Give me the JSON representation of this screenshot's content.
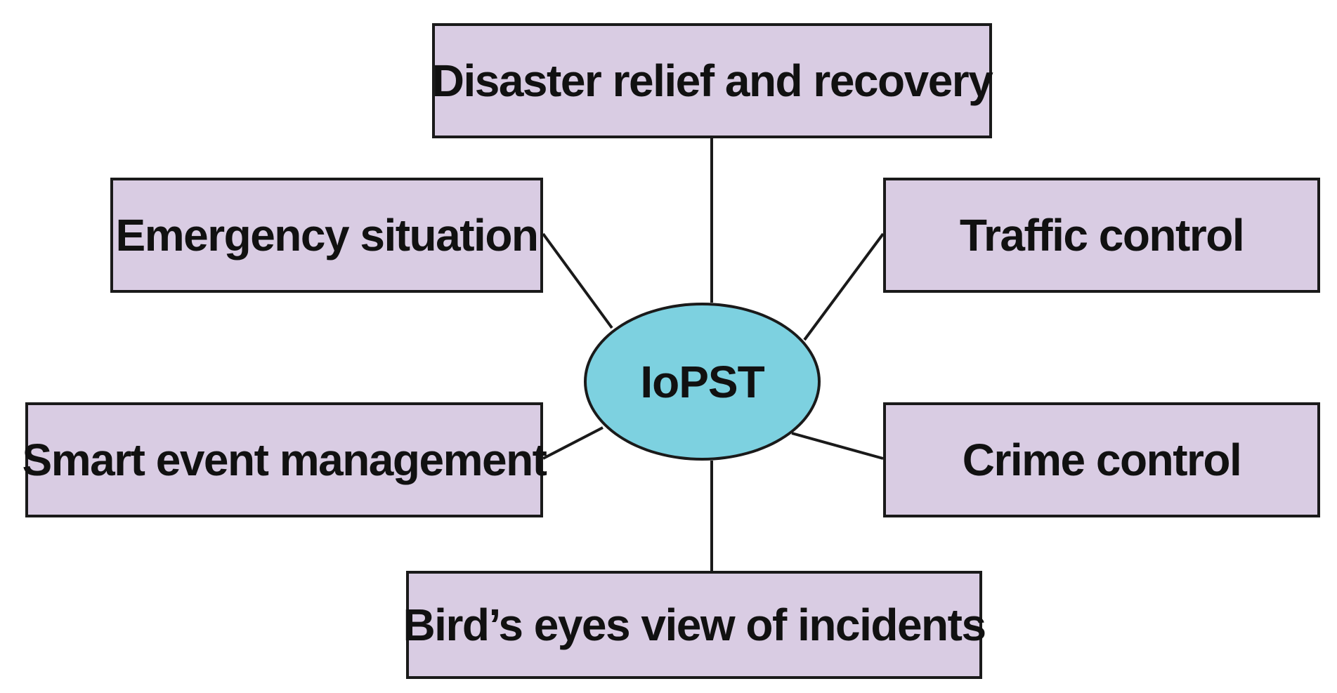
{
  "diagram": {
    "hub_label": "IoPST",
    "nodes": [
      {
        "id": "disaster",
        "label": "Disaster relief and recovery"
      },
      {
        "id": "emergency",
        "label": "Emergency situation"
      },
      {
        "id": "traffic",
        "label": "Traffic control"
      },
      {
        "id": "smart_event",
        "label": "Smart event management"
      },
      {
        "id": "crime",
        "label": "Crime control"
      },
      {
        "id": "birds_eye",
        "label": "Bird’s eyes view of incidents"
      }
    ],
    "colors": {
      "box_fill": "#d9cce3",
      "hub_fill": "#7dd1e0",
      "outline": "#1a1a1a",
      "text": "#111111"
    }
  }
}
